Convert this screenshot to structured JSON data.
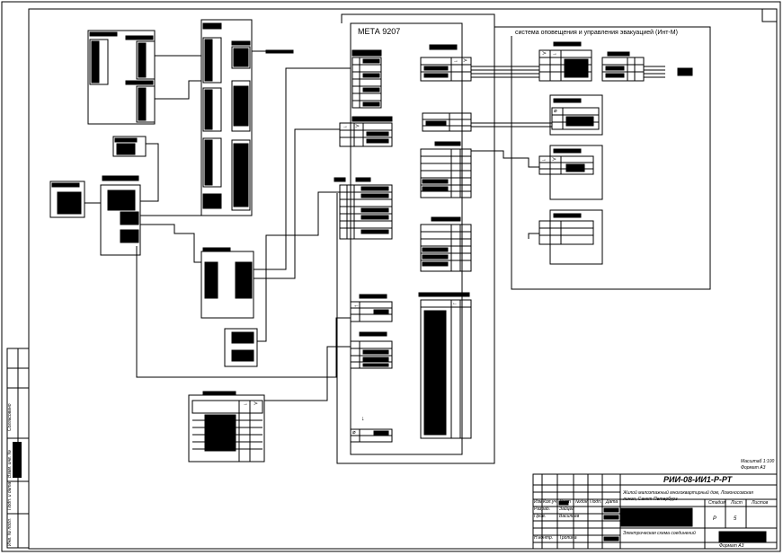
{
  "device": {
    "name": "МЕТА 9207"
  },
  "warning_system": {
    "title": "система оповещения и управления эвакуацией (Инт-М)"
  },
  "arrow_glyphs": {
    "left": "←",
    "right": "→",
    "split": "≻",
    "down": "↓",
    "key": "⌀"
  },
  "scale_note": {
    "scale": "Масштаб 1:100",
    "format": "Формат А3"
  },
  "stamp": {
    "code": "РИИ-08-ИИ1-Р-РТ",
    "description": "Жилой малоэтажный многоквартирный дом, Ломоносовская линия, Санкт-Петербург",
    "sheet_title": "Электрическая схема соединений",
    "stage_header": "Стадия",
    "sheet_header": "Лист",
    "sheets_header": "Листов",
    "stage": "Р",
    "sheet": "5",
    "change_header": "Изм",
    "count_header": "Кол.уч",
    "list_header": "Лист",
    "doc_header": "№док",
    "sign_header": "Подп.",
    "date_header": "Дата",
    "developer_role": "Разраб.",
    "developer_name": "Зайцев",
    "checker_role": "Пров.",
    "checker_name": "Васильев",
    "norm_role": "Н.контр.",
    "norm_name": "Тропина",
    "bottom_format": "Формат А3"
  },
  "side_strip": {
    "a": "Согласовано",
    "b": "Взам. инв. №",
    "c": "Подп. и дата",
    "d": "Инв. № подл."
  }
}
